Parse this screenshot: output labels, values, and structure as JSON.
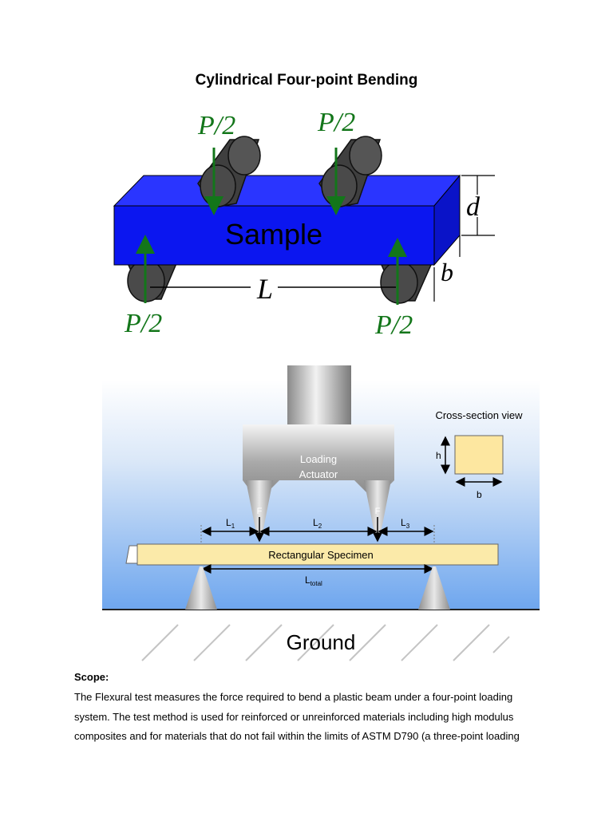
{
  "title": "Cylindrical Four-point Bending",
  "figure1": {
    "load_top_left": "P/2",
    "load_top_right": "P/2",
    "load_bottom_left": "P/2",
    "load_bottom_right": "P/2",
    "sample_label": "Sample",
    "span_label": "L",
    "depth_label": "d",
    "width_label": "b",
    "colors": {
      "sample": "#0b16f0",
      "arrow": "#13761a",
      "roller": "#3f3f3f"
    }
  },
  "figure2": {
    "actuator_label_line1": "Loading",
    "actuator_label_line2": "Actuator",
    "force_left": "F",
    "force_right": "F",
    "dim_l1_main": "L",
    "dim_l1_sub": "1",
    "dim_l2_main": "L",
    "dim_l2_sub": "2",
    "dim_l3_main": "L",
    "dim_l3_sub": "3",
    "specimen_label": "Rectangular Specimen",
    "total_main": "L",
    "total_sub": "total",
    "cross_section_title": "Cross-section view",
    "cross_h": "h",
    "cross_b": "b",
    "ground_label": "Ground",
    "colors": {
      "specimen": "#fbeaa9",
      "cross_section": "#fde7a0"
    }
  },
  "scope": {
    "heading": "Scope:",
    "lines": [
      "The Flexural test measures the force required to bend a plastic beam under a four-point loading",
      "system. The test method is used for reinforced or unreinforced materials including high modulus",
      "composites and for materials that do not fail within the limits of ASTM D790 (a three-point loading"
    ]
  }
}
